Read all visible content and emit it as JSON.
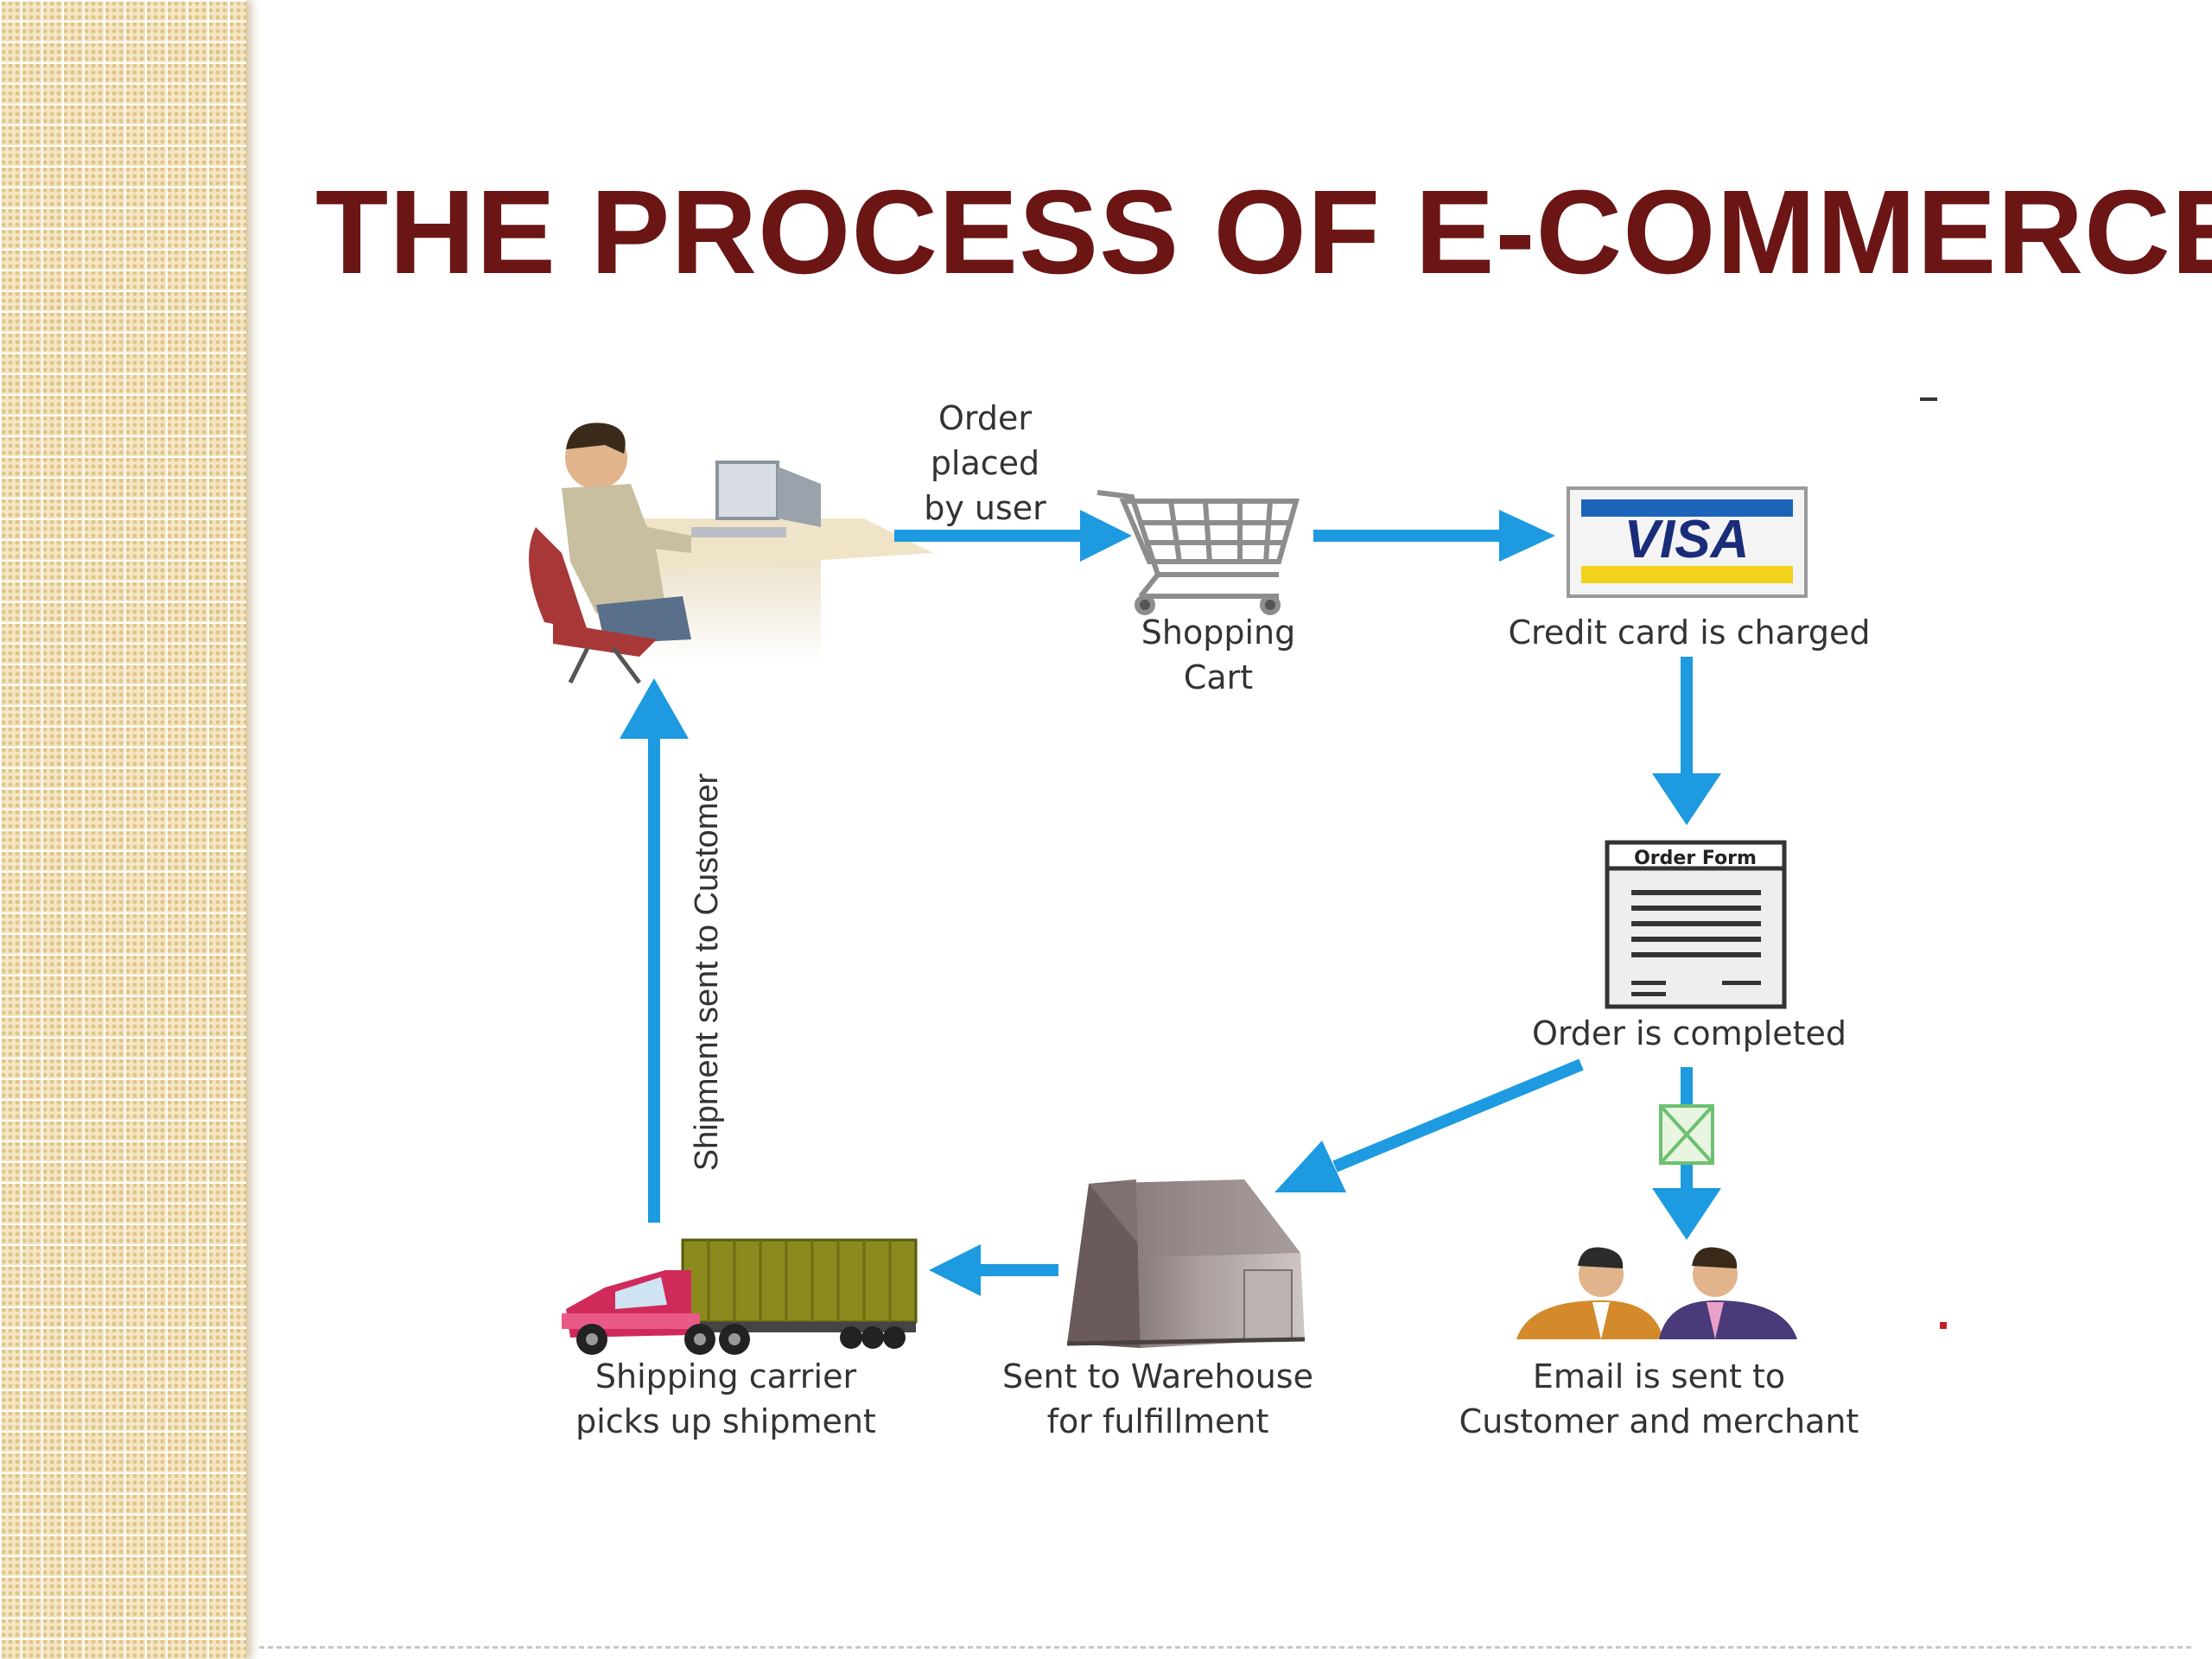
{
  "title": "THE PROCESS OF E-COMMERCE",
  "colors": {
    "title": "#6b1515",
    "arrow": "#1d9ae0",
    "side_strip": "#f5e6c4"
  },
  "steps": [
    {
      "id": "user",
      "label": "",
      "icon": "user-at-computer-icon"
    },
    {
      "id": "cart",
      "label_lines": [
        "Shopping",
        "Cart"
      ],
      "icon": "shopping-cart-icon"
    },
    {
      "id": "credit",
      "label": "Credit card is charged",
      "icon": "visa-card-icon",
      "card_text": "VISA"
    },
    {
      "id": "order",
      "label": "Order is completed",
      "icon": "order-form-icon",
      "form_header": "Order Form"
    },
    {
      "id": "email",
      "label_lines": [
        "Email is sent to",
        "Customer and merchant"
      ],
      "icon": "two-people-icon"
    },
    {
      "id": "warehouse",
      "label_lines": [
        "Sent to Warehouse",
        "for fulfillment"
      ],
      "icon": "warehouse-icon"
    },
    {
      "id": "shipping",
      "label_lines": [
        "Shipping carrier",
        "picks up shipment"
      ],
      "icon": "truck-icon"
    }
  ],
  "edge_labels": {
    "order_placed": [
      "Order",
      "placed",
      "by user"
    ],
    "shipment_sent": "Shipment sent to Customer"
  }
}
